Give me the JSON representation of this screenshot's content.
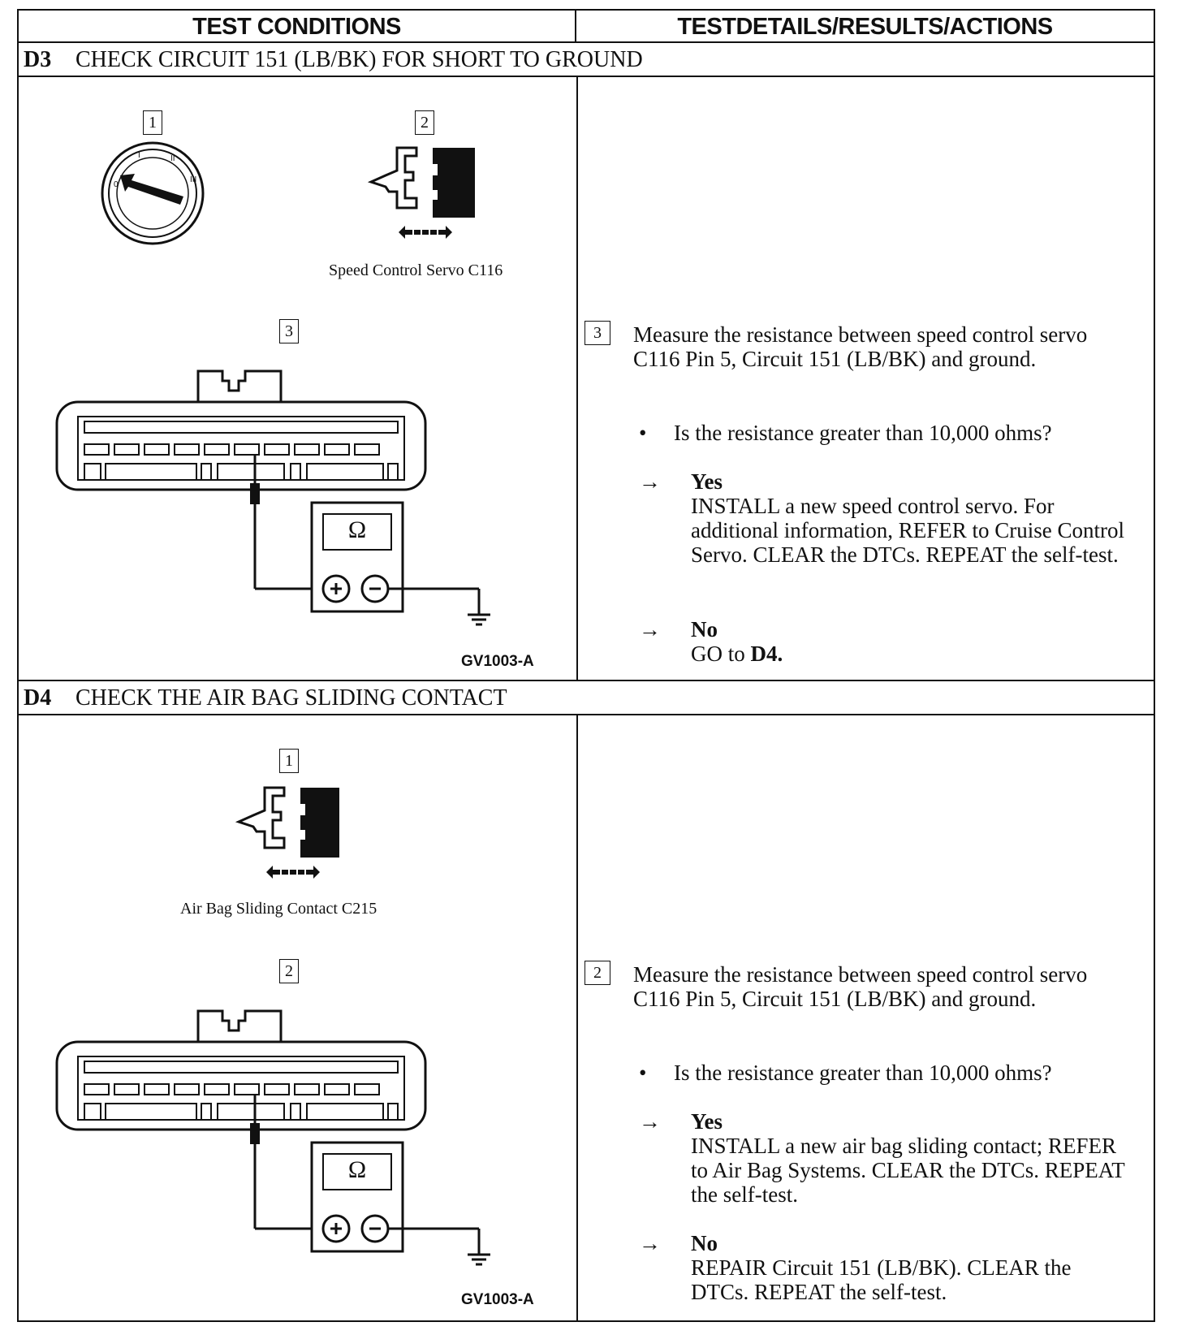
{
  "headers": {
    "left": "TEST CONDITIONS",
    "right": "TESTDETAILS/RESULTS/ACTIONS"
  },
  "d3": {
    "code": "D3",
    "title": "CHECK CIRCUIT 151 (LB/BK) FOR SHORT TO GROUND",
    "box1": "1",
    "box2": "2",
    "box3": "3",
    "connector_caption": "Speed Control Servo C116",
    "meter_symbol": "Ω",
    "figure_id": "GV1003-A",
    "step_num": "3",
    "step_text": "Measure the resistance between speed control servo C116 Pin 5, Circuit 151 (LB/BK) and ground.",
    "question": "Is the resistance greater than 10,000 ohms?",
    "yes_label": "Yes",
    "yes_action": "INSTALL a new speed control servo. For additional information, REFER to Cruise Control Servo. CLEAR the DTCs. REPEAT the self-test.",
    "no_label": "No",
    "no_action_prefix": "GO to ",
    "no_action_target": "D4."
  },
  "d4": {
    "code": "D4",
    "title": "CHECK THE AIR BAG SLIDING CONTACT",
    "box1": "1",
    "box2": "2",
    "connector_caption": "Air Bag Sliding Contact C215",
    "meter_symbol": "Ω",
    "figure_id": "GV1003-A",
    "step_num": "2",
    "step_text": "Measure the resistance between speed control servo C116 Pin 5, Circuit 151 (LB/BK) and ground.",
    "question": "Is the resistance greater than 10,000 ohms?",
    "yes_label": "Yes",
    "yes_action": "INSTALL a new air bag sliding contact; REFER to Air Bag Systems. CLEAR the DTCs. REPEAT the self-test.",
    "no_label": "No",
    "no_action": "REPAIR Circuit 151 (LB/BK). CLEAR the DTCs. REPEAT the self-test."
  },
  "symbols": {
    "bullet": "•",
    "arrow": "→"
  }
}
